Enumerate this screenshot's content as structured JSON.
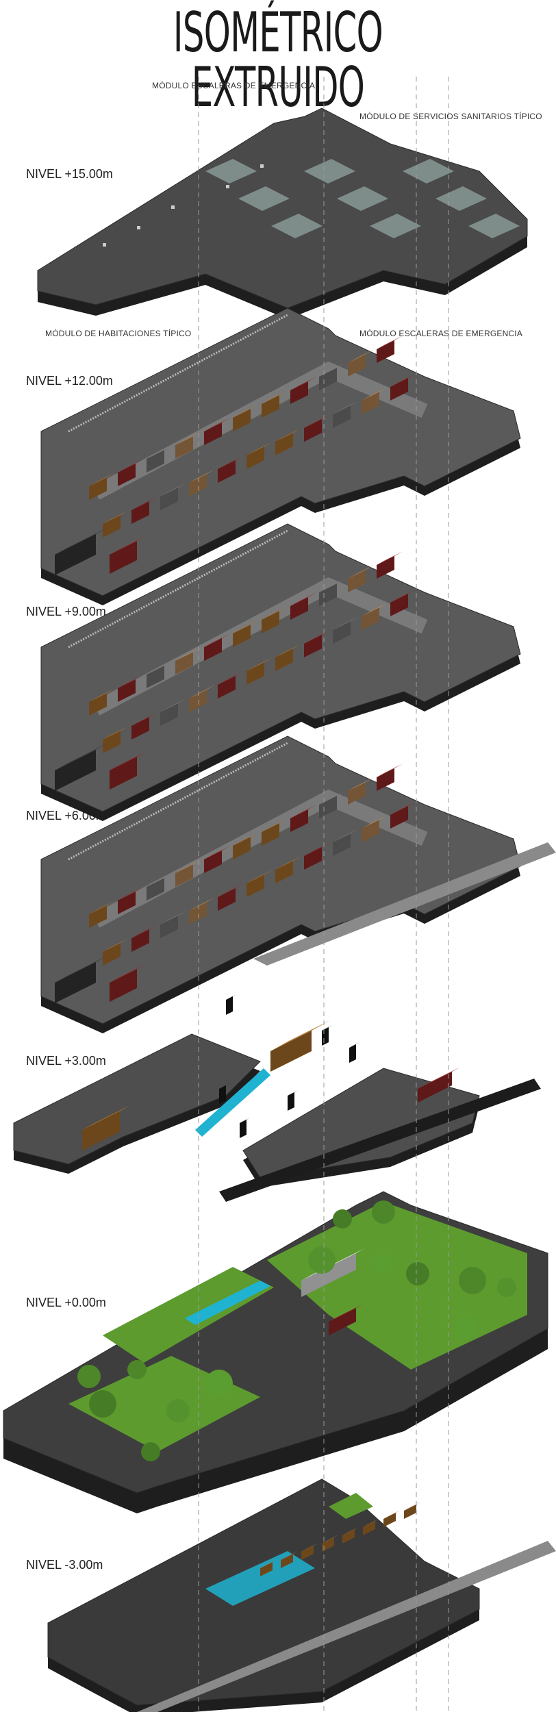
{
  "title": "ISOMÉTRICO EXTRUIDO",
  "annotations": {
    "stairs_top": "MÓDULO ESCALERAS DE EMERGENCIA",
    "sanitary": "MÓDULO DE SERVICIOS SANITARIOS TÍPICO",
    "rooms": "MÓDULO DE HABITACIONES TÍPICO",
    "stairs_mid": "MÓDULO ESCALERAS DE EMERGENCIA"
  },
  "levels": [
    {
      "label": "NIVEL +15.00m"
    },
    {
      "label": "NIVEL +12.00m"
    },
    {
      "label": "NIVEL +9.00m"
    },
    {
      "label": "NIVEL +6.00m"
    },
    {
      "label": "NIVEL +3.00m"
    },
    {
      "label": "NIVEL +0.00m"
    },
    {
      "label": "NIVEL -3.00m"
    }
  ],
  "colors": {
    "slab": "#4a4a4a",
    "slab_side": "#1e1e1e",
    "wall": "#6a6a6a",
    "grass": "#5d9b2f",
    "tree": "#4f8a2a",
    "water": "#1fb3d1",
    "red": "#9e2a2a",
    "wood": "#b5762e",
    "glass": "#a9c4c0",
    "guide": "#9a9a9a"
  }
}
